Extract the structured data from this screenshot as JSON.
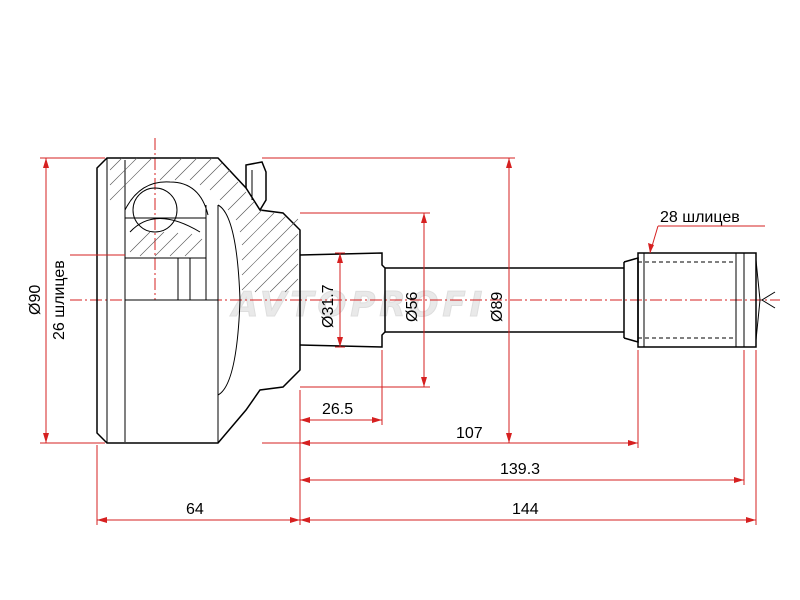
{
  "watermark": "AVTOPROFI",
  "labels": {
    "diameter_90": "Ø90",
    "splines_26": "26 шлицев",
    "diameter_31_7": "Ø31.7",
    "diameter_56": "Ø56",
    "diameter_89": "Ø89",
    "splines_28": "28 шлицев",
    "length_26_5": "26.5",
    "length_107": "107",
    "length_139_3": "139.3",
    "length_64": "64",
    "length_144": "144"
  },
  "colors": {
    "dimension_lines": "#d62020",
    "outline": "#000000"
  }
}
